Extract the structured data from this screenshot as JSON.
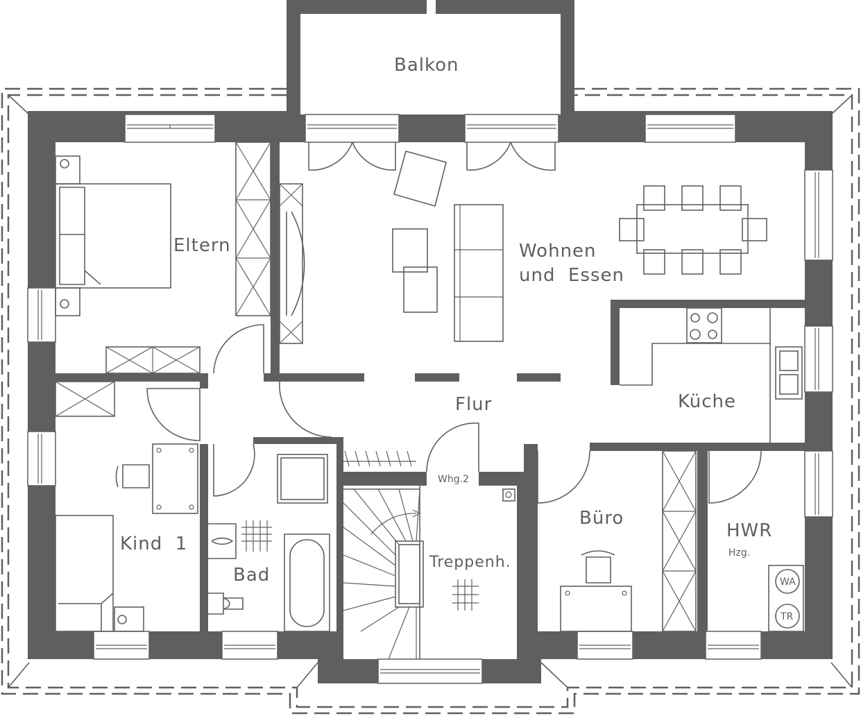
{
  "plan": {
    "rooms": {
      "balkon": "Balkon",
      "eltern": "Eltern",
      "wohnen_line1": "Wohnen",
      "wohnen_line2": "und  Essen",
      "flur": "Flur",
      "kueche": "Küche",
      "kind": "Kind  1",
      "bad": "Bad",
      "treppenhaus": "Treppenh.",
      "buero": "Büro",
      "hwr": "HWR"
    },
    "annotations": {
      "wohnung": "Whg.2",
      "heizung": "Hzg.",
      "waschmaschine": "WA",
      "trockner": "TR"
    },
    "colors": {
      "wall": "#5f5f5f",
      "background": "#ffffff"
    }
  }
}
